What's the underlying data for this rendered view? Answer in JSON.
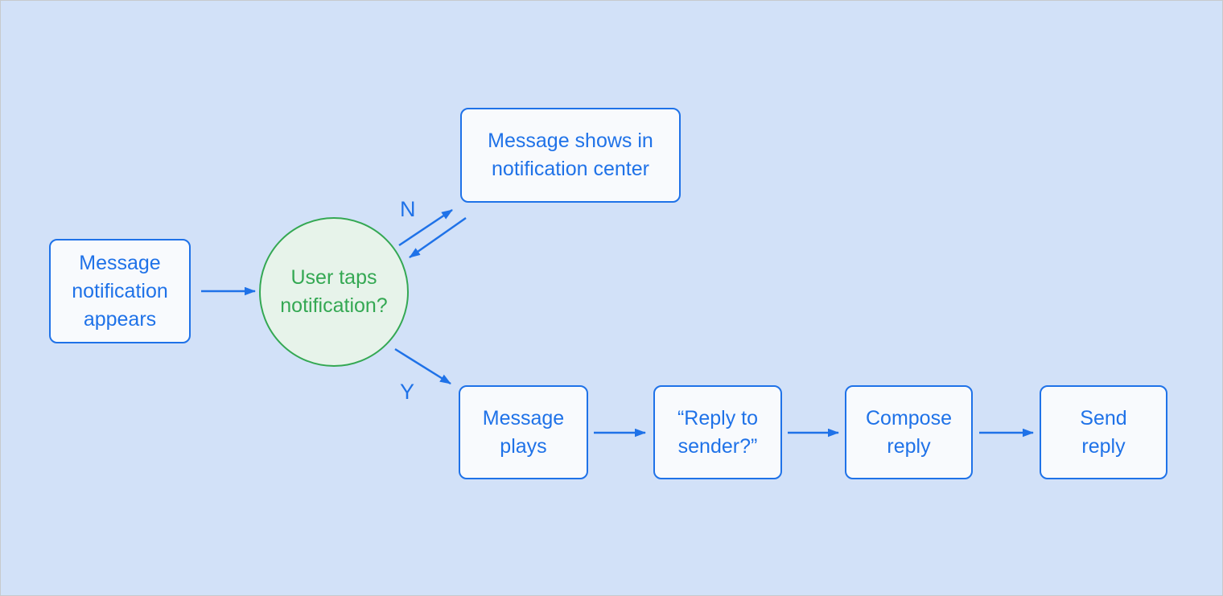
{
  "colors": {
    "background": "#d2e1f8",
    "canvas_border": "#c7cacd",
    "node_fill": "#f8fafd",
    "blue": "#1f72e8",
    "green": "#34a853",
    "decision_fill": "#e7f3ea"
  },
  "diagram": {
    "type": "flowchart",
    "nodes": {
      "start": {
        "label": "Message\nnotification\nappears",
        "shape": "rect"
      },
      "decision": {
        "label": "User taps\nnotification?",
        "shape": "circle"
      },
      "no_branch": {
        "label": "Message shows in\nnotification center",
        "shape": "rect"
      },
      "message_plays": {
        "label": "Message\nplays",
        "shape": "rect"
      },
      "reply_to_sender": {
        "label": "“Reply to\nsender?”",
        "shape": "rect"
      },
      "compose_reply": {
        "label": "Compose\nreply",
        "shape": "rect"
      },
      "send_reply": {
        "label": "Send\nreply",
        "shape": "rect"
      }
    },
    "edges": [
      {
        "from": "start",
        "to": "decision",
        "label": ""
      },
      {
        "from": "decision",
        "to": "no_branch",
        "label": "N"
      },
      {
        "from": "no_branch",
        "to": "decision",
        "label": ""
      },
      {
        "from": "decision",
        "to": "message_plays",
        "label": "Y"
      },
      {
        "from": "message_plays",
        "to": "reply_to_sender",
        "label": ""
      },
      {
        "from": "reply_to_sender",
        "to": "compose_reply",
        "label": ""
      },
      {
        "from": "compose_reply",
        "to": "send_reply",
        "label": ""
      }
    ]
  }
}
